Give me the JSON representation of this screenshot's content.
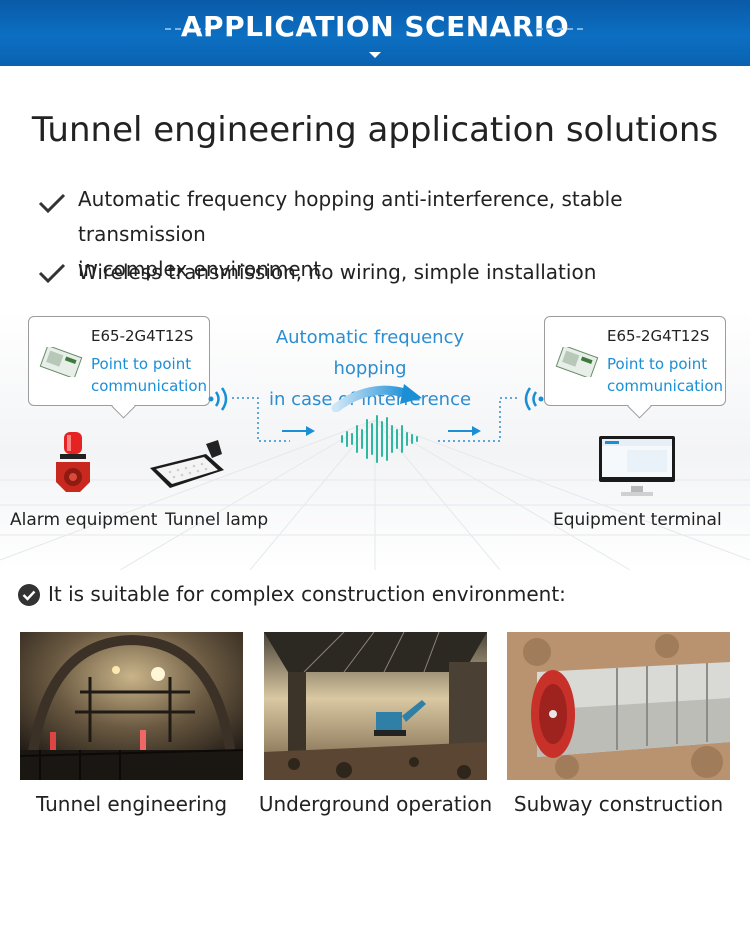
{
  "banner": {
    "title": "APPLICATION SCENARIO"
  },
  "main_title": "Tunnel engineering application solutions",
  "features": [
    {
      "line1": "Automatic frequency hopping anti-interference, stable transmission",
      "line2": "in complex environment"
    },
    {
      "line1": "Wireless transmission, no wiring, simple installation"
    }
  ],
  "left_bubble": {
    "model": "E65-2G4T12S",
    "sub1": "Point to point",
    "sub2": "communication"
  },
  "right_bubble": {
    "model": "E65-2G4T12S",
    "sub1": "Point to point",
    "sub2": "communication"
  },
  "hopping": {
    "line1": "Automatic frequency hopping",
    "line2": "in case of interference"
  },
  "devices": {
    "alarm": "Alarm equipment",
    "lamp": "Tunnel lamp",
    "terminal": "Equipment terminal"
  },
  "suitable": "It is suitable for complex construction environment:",
  "scenes": [
    {
      "caption": "Tunnel engineering"
    },
    {
      "caption": "Underground operation"
    },
    {
      "caption": "Subway construction"
    }
  ],
  "colors": {
    "banner": "#0c6fc2",
    "accent": "#1a8fd6",
    "hop_text": "#2c8dd0"
  }
}
